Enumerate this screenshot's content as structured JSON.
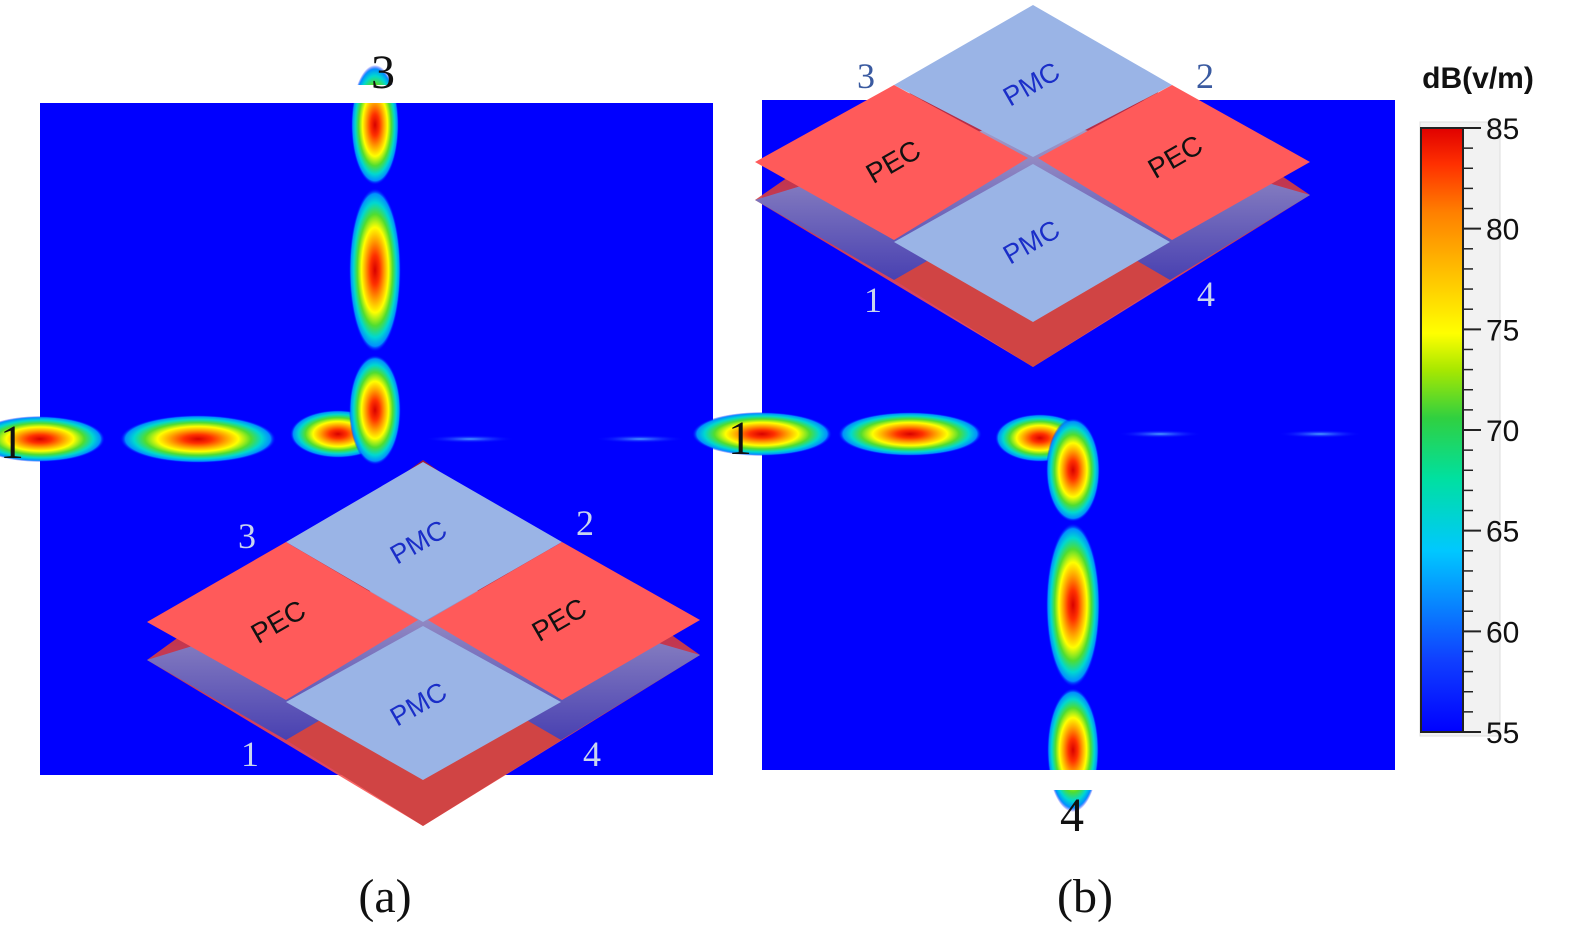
{
  "panels": [
    {
      "id": "a",
      "caption": "(a)",
      "port_labels": {
        "left": "1",
        "top": "3"
      },
      "inset": {
        "tiles": {
          "top": "PMC",
          "left": "PEC",
          "right": "PEC",
          "bottom": "PMC"
        },
        "corners": {
          "left": "3",
          "right": "2",
          "bottom_left": "1",
          "bottom_right": "4"
        }
      }
    },
    {
      "id": "b",
      "caption": "(b)",
      "port_labels": {
        "left": "1",
        "bottom": "4"
      },
      "inset": {
        "tiles": {
          "top": "PMC",
          "left": "PEC",
          "right": "PEC",
          "bottom": "PMC"
        },
        "corners": {
          "left": "3",
          "right": "2",
          "bottom_left": "1",
          "bottom_right": "4"
        }
      }
    }
  ],
  "colorbar": {
    "title": "dB(v/m)",
    "min": 55,
    "max": 85,
    "ticks": [
      "85",
      "80",
      "75",
      "70",
      "65",
      "60",
      "55"
    ],
    "colormap": [
      "#0000ff",
      "#0a5cff",
      "#00c8ff",
      "#00e0a0",
      "#30d040",
      "#a8e800",
      "#ffff00",
      "#ffc000",
      "#ff8000",
      "#ff3000",
      "#e00000"
    ]
  },
  "colors": {
    "field_background": "#0000ff",
    "pec_tile": "#ff5a5a",
    "pmc_tile": "#9ab4e6",
    "pmc_text": "#1a2ec8",
    "corner_label": "#c8d4ee",
    "corner_label_dark": "#3a5aa0"
  }
}
